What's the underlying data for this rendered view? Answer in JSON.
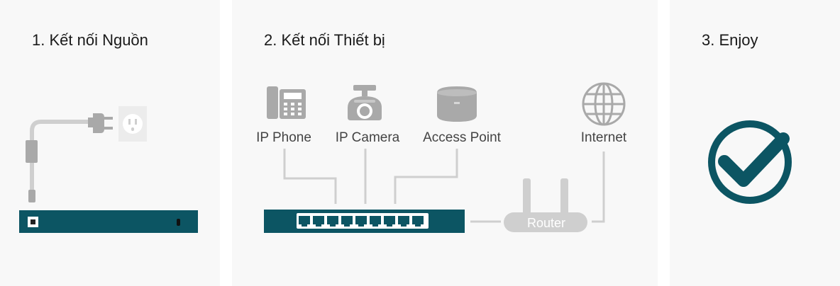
{
  "steps": {
    "power": "1. Kết nối Nguồn",
    "devices": "2. Kết nối Thiết bị",
    "enjoy": "3. Enjoy"
  },
  "devices": {
    "ip_phone": "IP Phone",
    "ip_camera": "IP Camera",
    "access_point": "Access Point",
    "internet": "Internet",
    "router": "Router"
  },
  "colors": {
    "switch": "#0c5563",
    "check": "#0c5563",
    "icon_gray": "#a9a9a9",
    "line_gray": "#cfcfcf"
  },
  "icons": [
    "plug-icon",
    "wall-outlet-icon",
    "phone-icon",
    "camera-icon",
    "access-point-icon",
    "globe-icon",
    "check-circle-icon"
  ]
}
